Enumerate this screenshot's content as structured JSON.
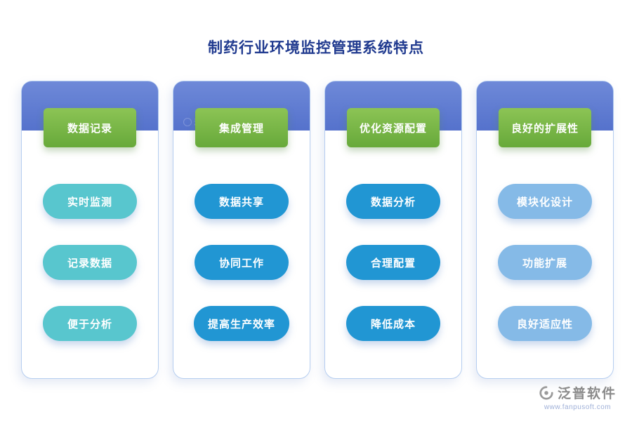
{
  "title": "制药行业环境监控管理系统特点",
  "watermark": "泛普软件",
  "columns": [
    {
      "header": "数据记录",
      "pill_color": "#58c6ce",
      "items": [
        "实时监测",
        "记录数据",
        "便于分析"
      ]
    },
    {
      "header": "集成管理",
      "pill_color": "#2196d3",
      "items": [
        "数据共享",
        "协同工作",
        "提高生产效率"
      ]
    },
    {
      "header": "优化资源配置",
      "pill_color": "#2196d3",
      "items": [
        "数据分析",
        "合理配置",
        "降低成本"
      ]
    },
    {
      "header": "良好的扩展性",
      "pill_color": "#85bae7",
      "items": [
        "模块化设计",
        "功能扩展",
        "良好适应性"
      ]
    }
  ],
  "footer": {
    "brand": "泛普软件",
    "url": "www.fanpusoft.com"
  },
  "colors": {
    "title": "#203a8f",
    "band_blue": "#5e7bd2",
    "badge_green": "#76b43e",
    "card_border": "#b5cdf0",
    "teal_pill": "#58c6ce",
    "blue_pill": "#2196d3",
    "light_blue_pill": "#85bae7"
  }
}
